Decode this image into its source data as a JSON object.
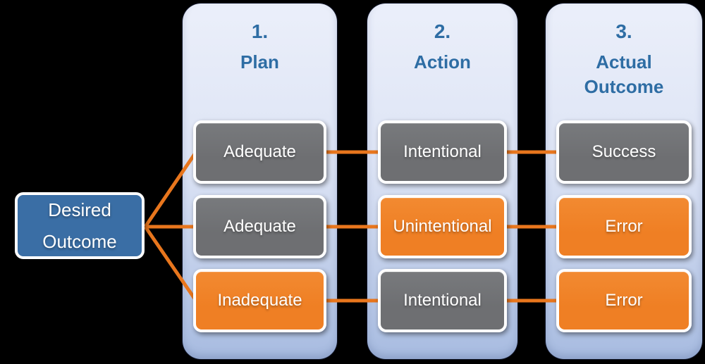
{
  "desired_outcome": {
    "label": "Desired Outcome"
  },
  "columns": [
    {
      "number": "1.",
      "title": "Plan",
      "boxes": [
        {
          "label": "Adequate",
          "variant": "gray"
        },
        {
          "label": "Adequate",
          "variant": "gray"
        },
        {
          "label": "Inadequate",
          "variant": "orange"
        }
      ]
    },
    {
      "number": "2.",
      "title": "Action",
      "boxes": [
        {
          "label": "Intentional",
          "variant": "gray"
        },
        {
          "label": "Unintentional",
          "variant": "orange"
        },
        {
          "label": "Intentional",
          "variant": "gray"
        }
      ]
    },
    {
      "number": "3.",
      "title": "Actual Outcome",
      "boxes": [
        {
          "label": "Success",
          "variant": "gray"
        },
        {
          "label": "Error",
          "variant": "orange"
        },
        {
          "label": "Error",
          "variant": "orange"
        }
      ]
    }
  ],
  "colors": {
    "background": "#000000",
    "panel_top": "#EBEFFA",
    "panel_mid": "#DDE4F5",
    "panel_bottom": "#A7BBE0",
    "header_text": "#2E6DA4",
    "blue_box": "#3A6EA5",
    "gray_box": "#6E6F72",
    "orange_box": "#EF7F24",
    "connector": "#E8761D",
    "box_border": "#FFFFFF",
    "box_text": "#FFFFFF"
  }
}
